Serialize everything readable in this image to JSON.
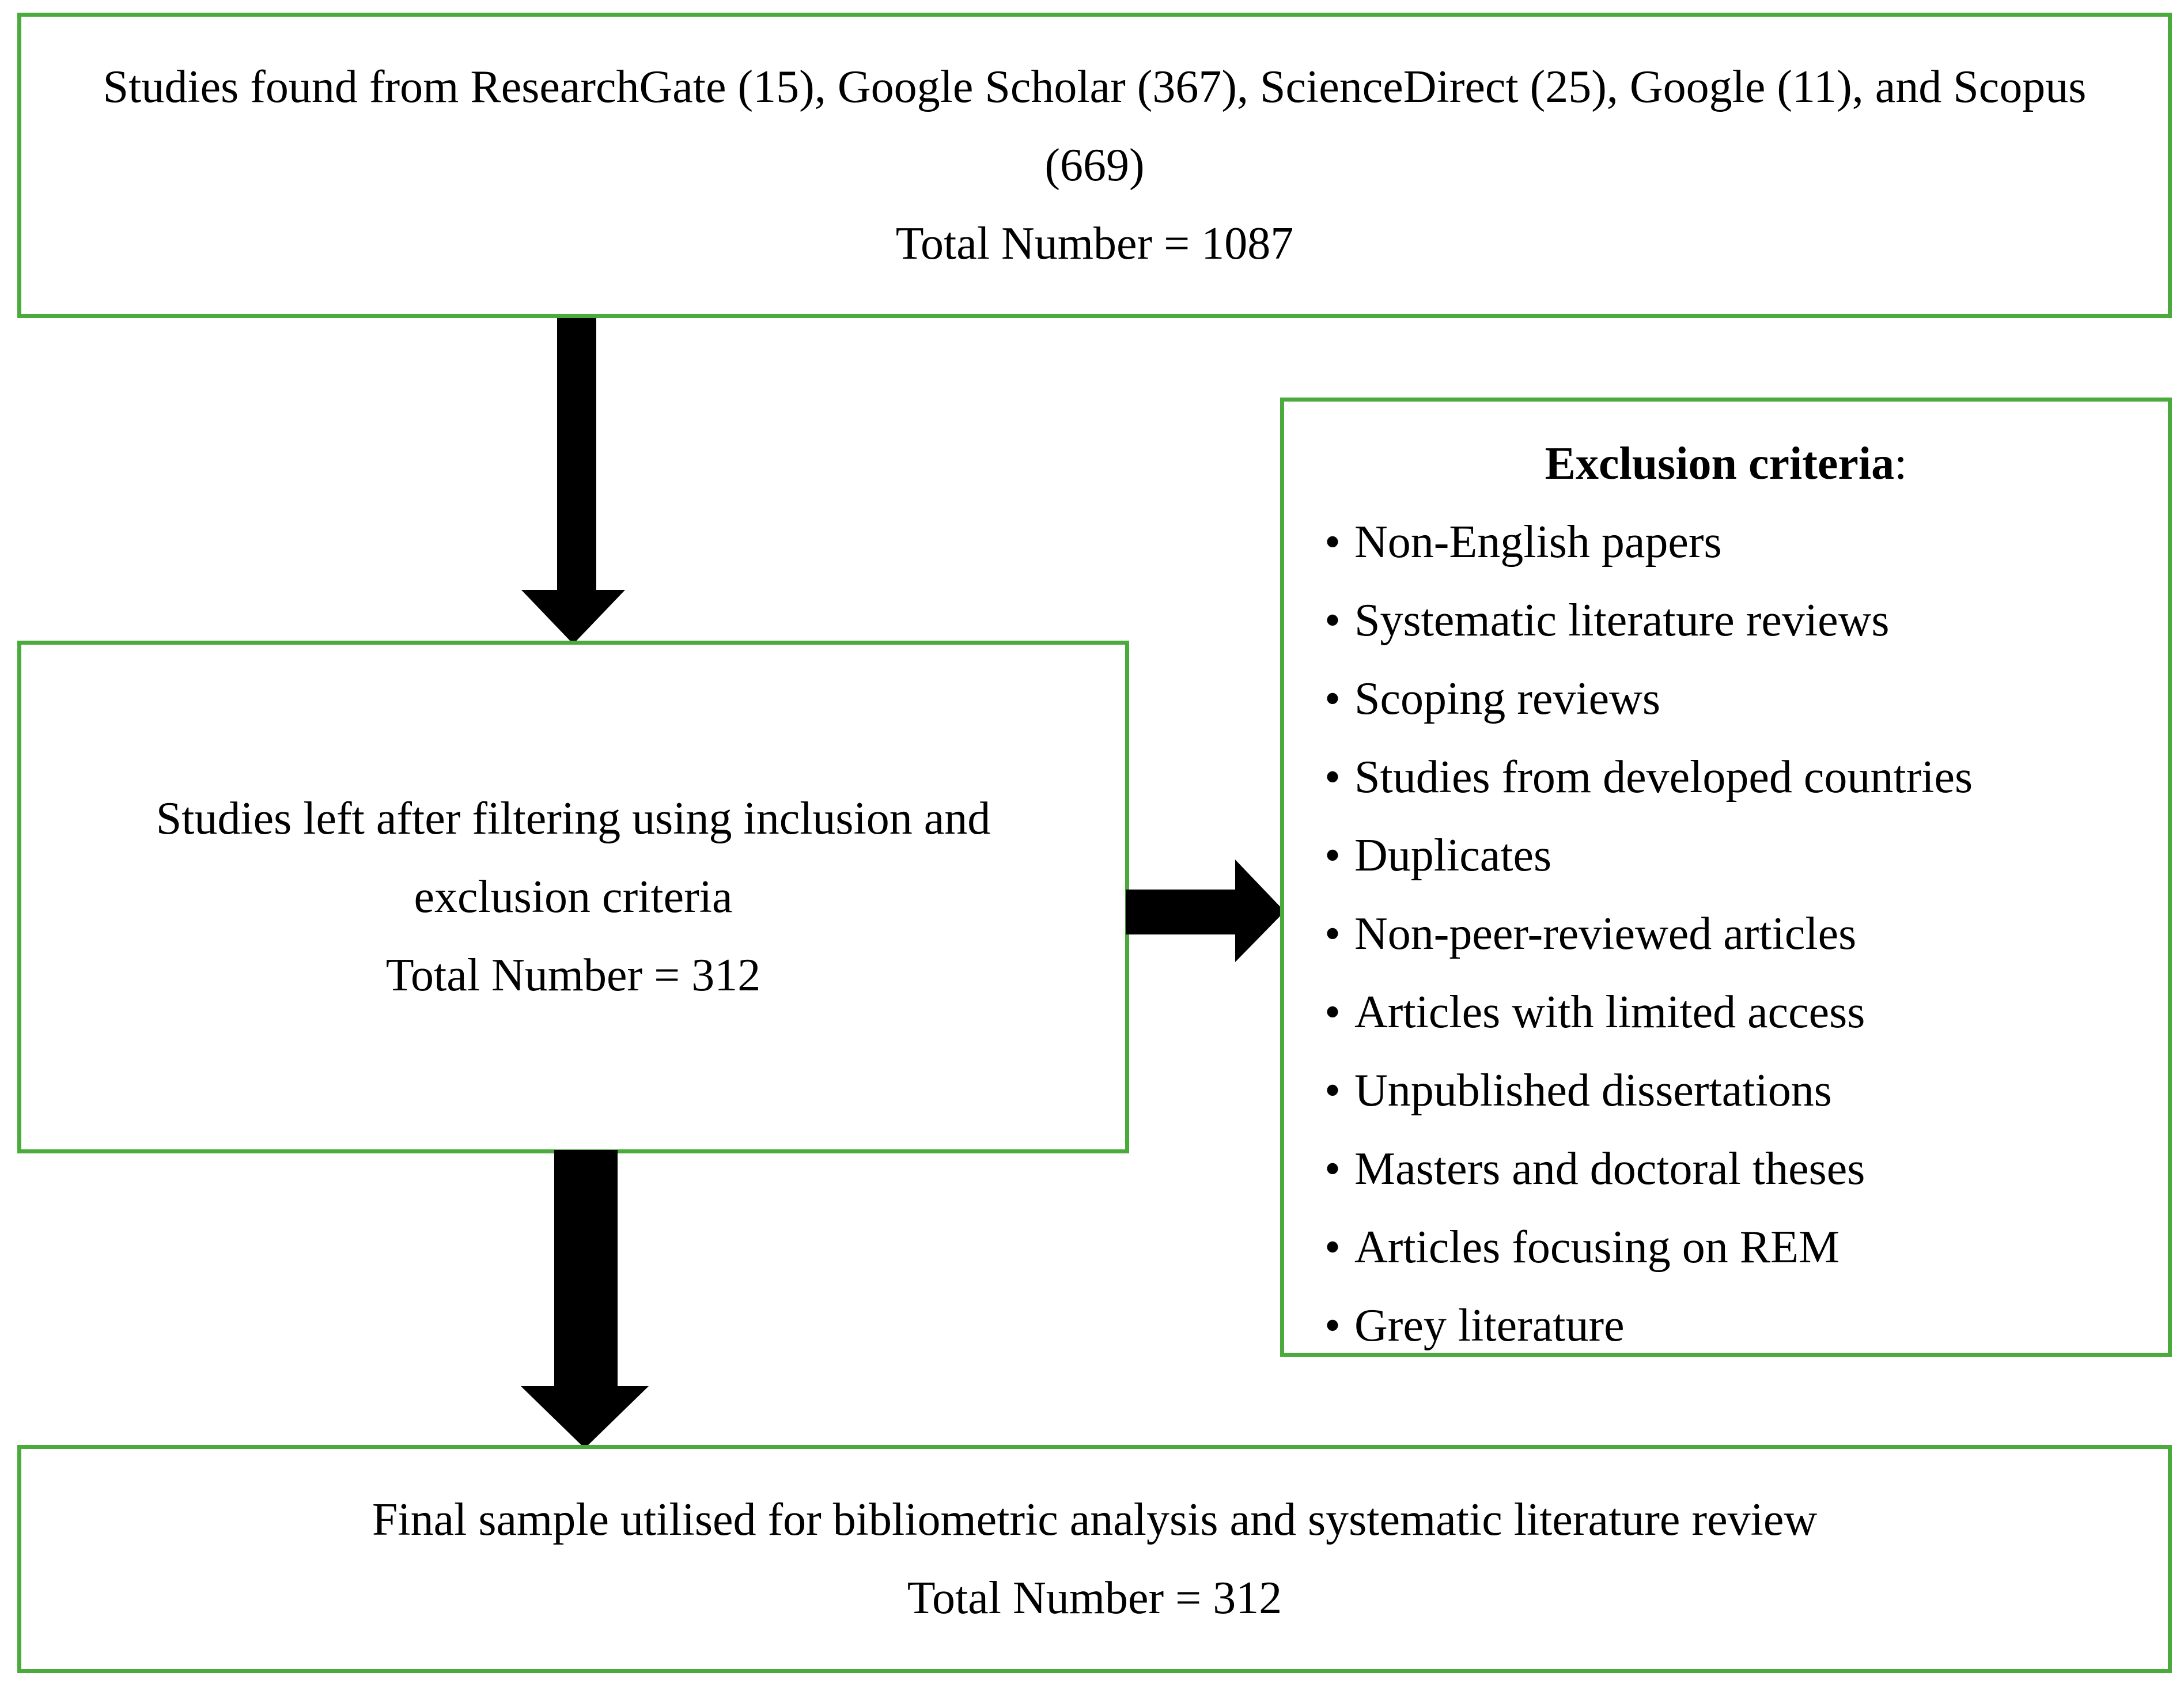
{
  "box_sources": {
    "line1": "Studies found from ResearchGate (15), Google Scholar (367), ScienceDirect (25), Google (11), and Scopus",
    "line2": "(669)",
    "total": "Total Number = 1087"
  },
  "box_filtered": {
    "line1": "Studies left after filtering using inclusion and",
    "line2": "exclusion criteria",
    "total": "Total Number = 312"
  },
  "exclusion": {
    "title": "Exclusion criteria",
    "title_suffix": ":",
    "bullet": "•",
    "items": [
      "Non-English papers",
      "Systematic literature reviews",
      "Scoping reviews",
      "Studies from developed countries",
      "Duplicates",
      "Non-peer-reviewed articles",
      "Articles with limited access",
      "Unpublished dissertations",
      "Masters and doctoral theses",
      "Articles focusing on REM",
      "Grey literature"
    ]
  },
  "box_final": {
    "line1": "Final sample utilised for bibliometric analysis and systematic literature review",
    "total": "Total Number = 312"
  },
  "colors": {
    "box_border": "#4aaa3c",
    "arrow": "#000000"
  }
}
